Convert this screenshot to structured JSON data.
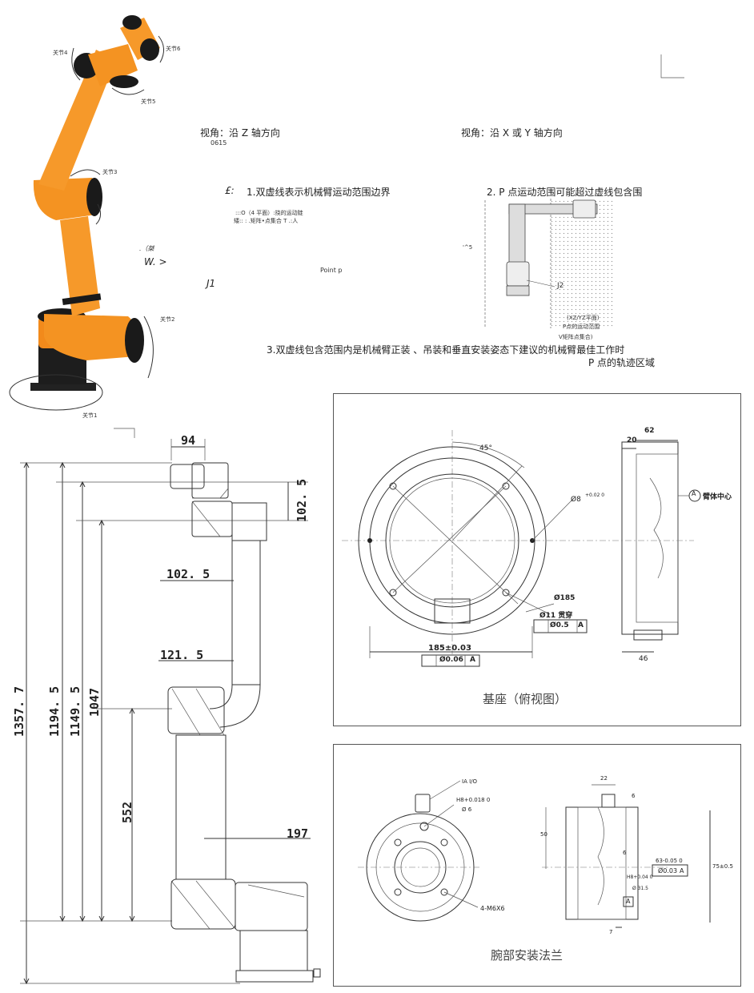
{
  "robot_joints": [
    "关节1",
    "关节2",
    "关节3",
    "关节4",
    "关节5",
    "关节6"
  ],
  "view_z": "视角：沿 Z 轴方向",
  "view_xy": "视角：沿 X 或 Y 轴方向",
  "code_0615": "0615",
  "note1_prefix": "£:",
  "note1": "1.双虚线表示机械臂运动范围边界",
  "note1_sub1": ":::O（4 平面）:挠的运动陡",
  "note1_sub2": "矮:: : .矩阵•点集合 T .:人",
  "note_w1": ".（桀",
  "note_w2": "W. >",
  "point_p": "Point p",
  "label_j1": "J1",
  "note2": "2. P 点运动范围可能超过虚线包含围",
  "label_j2": "J2",
  "label_5": "'^5",
  "zone_l1": "(XZ/YZ平面)",
  "zone_l2": "P点的运动范围",
  "zone_l3": "V矩阵点集合)",
  "note3_l1": "3.双虚线包含范围内是机械臂正装 、吊装和垂直安装姿态下建议的机械臂最佳工作时",
  "note3_l2": "P 点的轨迹区域",
  "side_dims": {
    "d94": "94",
    "d102_top": "102. 5",
    "d102_left": "102. 5",
    "d121": "121. 5",
    "d197": "197",
    "d1357": "1357. 7",
    "d1194": "1194. 5",
    "d1149": "1149. 5",
    "d1047": "1047",
    "d552": "552"
  },
  "base_view": {
    "caption": "基座（俯视图）",
    "angle": "45°",
    "d8": "Ø8",
    "d8_tol": "+0.02 0",
    "d185": "Ø185",
    "d11": "Ø11 贯穿",
    "tol_05": "Ø0.5",
    "tol_05_ref": "A",
    "d185_tol": "185±0.03",
    "tol_006": "Ø0.06",
    "tol_006_ref": "A",
    "d62": "62",
    "d20": "20",
    "d46": "46",
    "datum": "A",
    "datum_label": "臂体中心"
  },
  "wrist_view": {
    "caption": "腕部安装法兰",
    "io": "IA I/O",
    "h8": "H8+0.018 0",
    "d6": "Ø 6",
    "m6": "4-M6X6",
    "d22": "22",
    "d6_top": "6",
    "d6_mid": "6",
    "d50": "50",
    "d7": "7",
    "h8_40": "H8+0.04 0",
    "d315": "Ø 31.5",
    "d63": "63-0.05 0",
    "tol_003": "Ø0.03",
    "tol_003_ref": "A",
    "d75": "75±0.5",
    "datum": "A"
  }
}
